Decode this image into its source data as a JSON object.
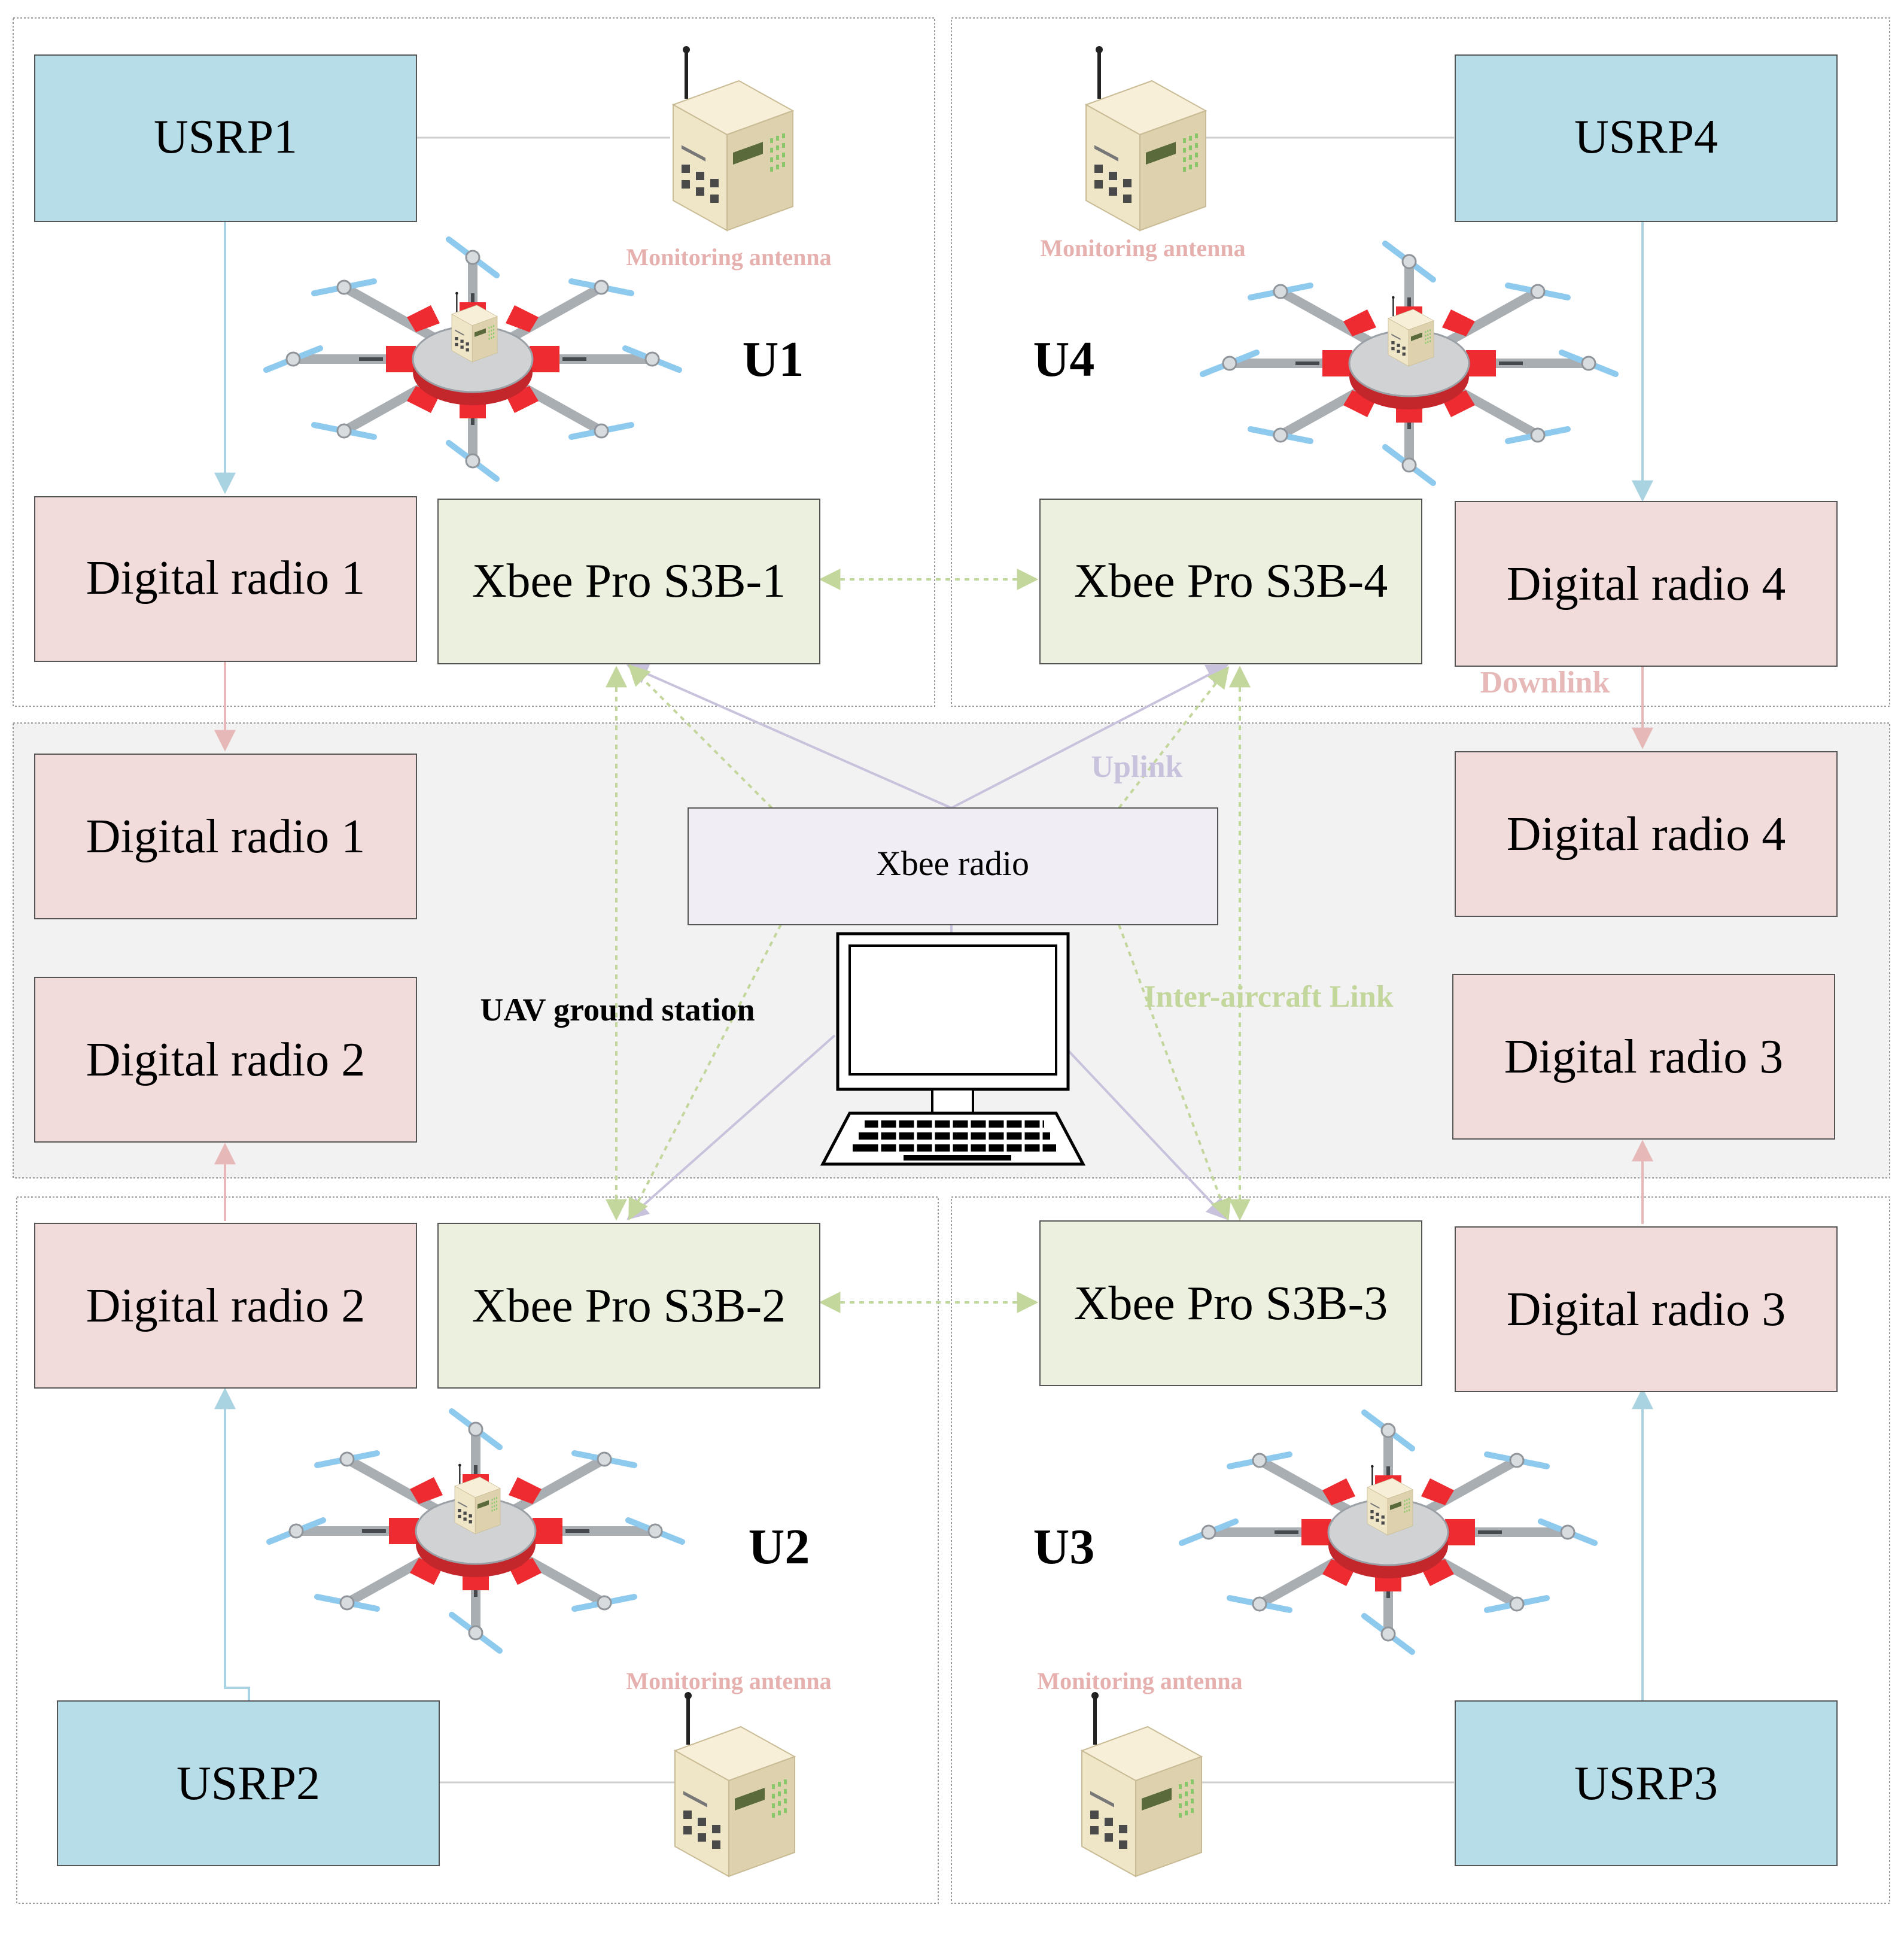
{
  "units": {
    "u1": {
      "label": "U1",
      "usrp": "USRP1",
      "radio": "Digital radio 1",
      "xbee": "Xbee Pro S3B-1",
      "antenna_label": "Monitoring antenna"
    },
    "u2": {
      "label": "U2",
      "usrp": "USRP2",
      "radio": "Digital radio 2",
      "xbee": "Xbee Pro S3B-2",
      "antenna_label": "Monitoring antenna"
    },
    "u3": {
      "label": "U3",
      "usrp": "USRP3",
      "radio": "Digital radio 3",
      "xbee": "Xbee Pro S3B-3",
      "antenna_label": "Monitoring antenna"
    },
    "u4": {
      "label": "U4",
      "usrp": "USRP4",
      "radio": "Digital radio 4",
      "xbee": "Xbee Pro S3B-4",
      "antenna_label": "Monitoring antenna"
    }
  },
  "ground": {
    "title": "UAV ground station",
    "xbee_radio": "Xbee radio",
    "radios": {
      "r1": "Digital radio 1",
      "r2": "Digital radio 2",
      "r3": "Digital radio 3",
      "r4": "Digital radio 4"
    }
  },
  "links": {
    "downlink": "Downlink",
    "uplink": "Uplink",
    "inter": "Inter-aircraft Link"
  },
  "colors": {
    "usrp_fill": "#b7dde8",
    "radio_fill": "#f2dcdb",
    "xbee_fill": "#ebf1de",
    "xbee_radio_fill": "#f0eef4",
    "ground_fill": "#f2f2f2",
    "downlink": "#e6b9b8",
    "uplink": "#c9c2dc",
    "inter_link": "#c3d69b",
    "usrp_link": "#a9d3e0",
    "drone_arm": "#ee2b30",
    "propeller": "#8ec9ee"
  }
}
